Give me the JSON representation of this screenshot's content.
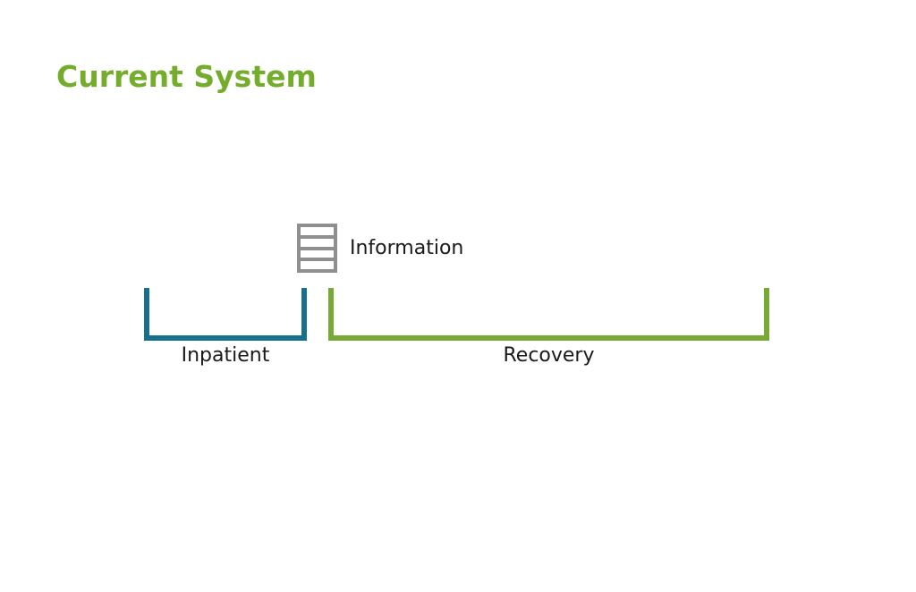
{
  "slide": {
    "title": "Current System",
    "title_color": "#74AD2B",
    "background": "#FFFFFF"
  },
  "information": {
    "label": "Information",
    "icon": "stacked-list-icon",
    "icon_color": "#8F8F8F"
  },
  "brackets": [
    {
      "label": "Inpatient",
      "color": "#156F8D"
    },
    {
      "label": "Recovery",
      "color": "#77A935"
    }
  ],
  "theme": {
    "text_color": "#1A1A1A"
  }
}
